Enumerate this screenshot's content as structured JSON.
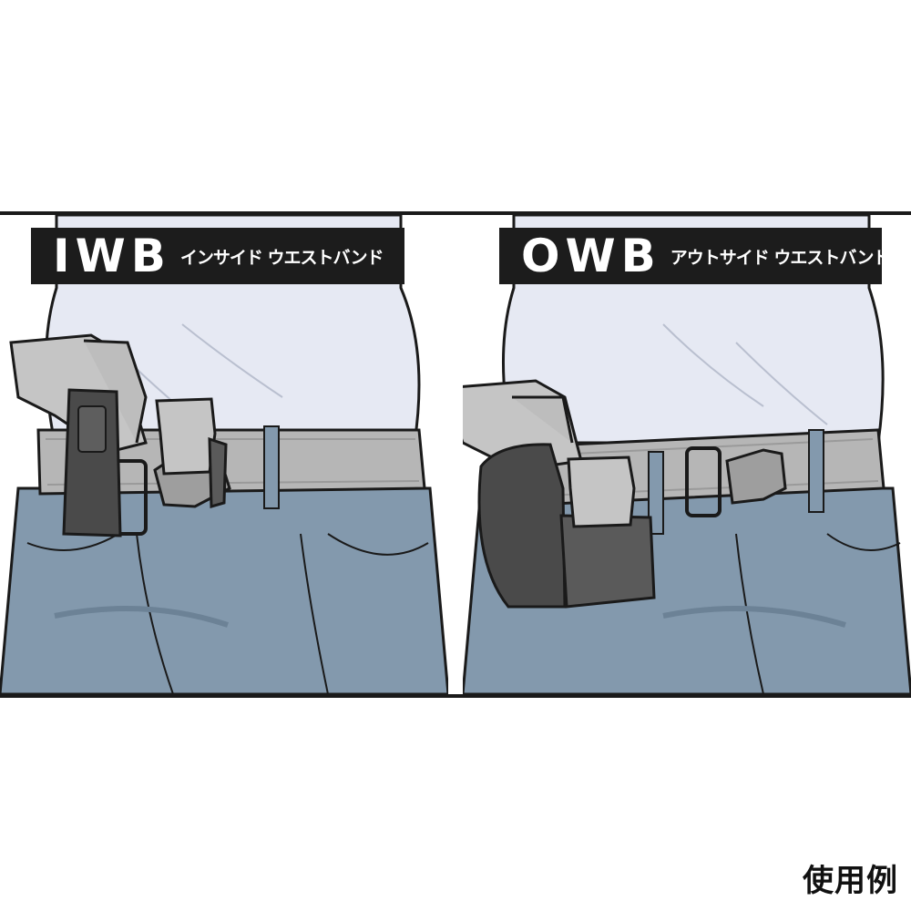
{
  "panels": {
    "iwb": {
      "abbr": "IWB",
      "full": "インサイド ウエストバンド"
    },
    "owb": {
      "abbr": "OWB",
      "full": "アウトサイド ウエストバンド"
    }
  },
  "caption": "使用例",
  "colors": {
    "label_bg": "#1c1c1c",
    "shirt": "#e6e9f3",
    "jeans": "#8399ad",
    "belt": "#b6b6b6",
    "holster": "#4a4a4a",
    "pistol": "#c5c5c5",
    "outline": "#1a1a1a"
  }
}
